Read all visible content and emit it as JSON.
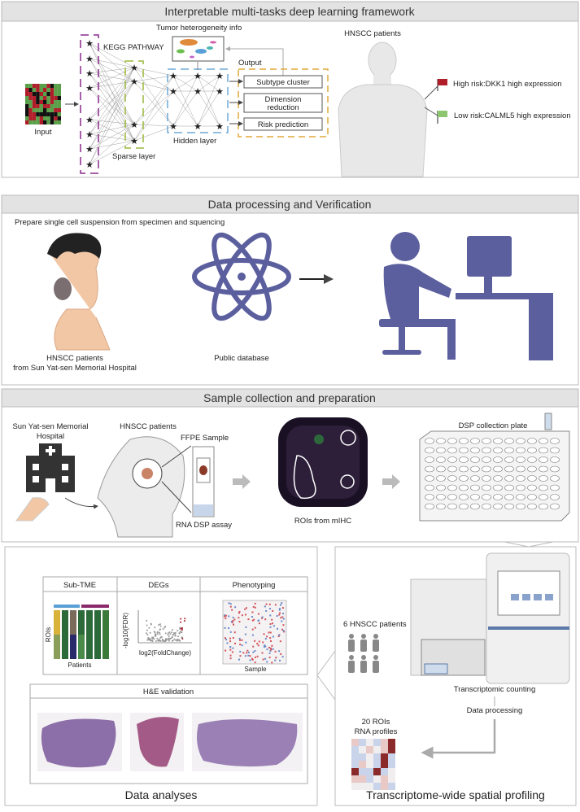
{
  "panel1": {
    "title": "Interpretable multi-tasks deep learning framework",
    "input_label": "Input",
    "kegg_label": "KEGG PATHWAY",
    "sparse_label": "Sparse layer",
    "hidden_label": "Hidden layer",
    "tumor_label": "Tumor heterogeneity info",
    "output_label": "Output",
    "outputs": [
      "Subtype cluster",
      "Dimension",
      "reduction",
      "Risk prediction"
    ],
    "patients_label": "HNSCC patients",
    "high_risk": "High risk:DKK1 high expression",
    "low_risk": "Low risk:CALML5 high expression",
    "colors": {
      "high": "#b01e2a",
      "low": "#8cc66e",
      "sparse": "#9ab83c",
      "input": "#8a2a8a",
      "hidden": "#6fa8d6",
      "output": "#e2a93a"
    }
  },
  "panel2": {
    "title": "Data processing and Verification",
    "prepare_label": "Prepare single cell suspension from specimen and squencing",
    "patients_line1": "HNSCC patients",
    "patients_line2": "from Sun Yat-sen Memorial Hospital",
    "public_db": "Public database",
    "accent": "#5c5f9e"
  },
  "panel3": {
    "title": "Sample collection and preparation",
    "hospital_line1": "Sun Yat-sen Memorial",
    "hospital_line2": "Hospital",
    "patients_label": "HNSCC patients",
    "ffpe_label": "FFPE Sample",
    "rna_label": "RNA DSP assay",
    "roi_label": "ROIs from mIHC",
    "plate_label": "DSP collection plate"
  },
  "panel4": {
    "title": "Data analyses",
    "headers": [
      "Sub-TME",
      "DEGs",
      "Phenotyping"
    ],
    "subtme_ylabel": "ROIs",
    "subtme_xlabel": "Patients",
    "degs_ylabel": "-log10(FDR)",
    "degs_xlabel": "log2(FoldChange)",
    "pheno_xlabel": "Sample",
    "he_title": "H&E validation"
  },
  "panel5": {
    "title": "Transcriptome-wide spatial profiling",
    "patients_label": "6 HNSCC patients",
    "counting_label": "Transcriptomic counting",
    "processing_label": "Data processing",
    "rois_line1": "20 ROIs",
    "rois_line2": "RNA profiles"
  }
}
